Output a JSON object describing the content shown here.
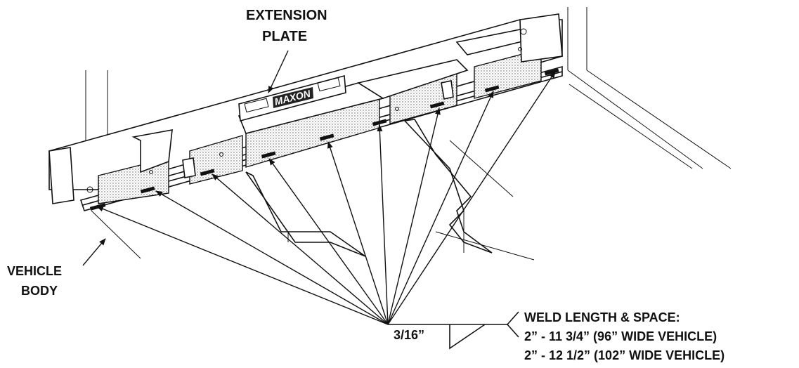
{
  "labels": {
    "extension_plate_line1": "EXTENSION",
    "extension_plate_line2": "PLATE",
    "vehicle_body_line1": "VEHICLE",
    "vehicle_body_line2": "BODY",
    "weld_size": "3/16”",
    "weld_title": "WELD LENGTH & SPACE:",
    "weld_spec_96": "2” - 11 3/4” (96” WIDE VEHICLE)",
    "weld_spec_102": "2” - 12 1/2” (102” WIDE VEHICLE)",
    "logo": "MAXON"
  }
}
